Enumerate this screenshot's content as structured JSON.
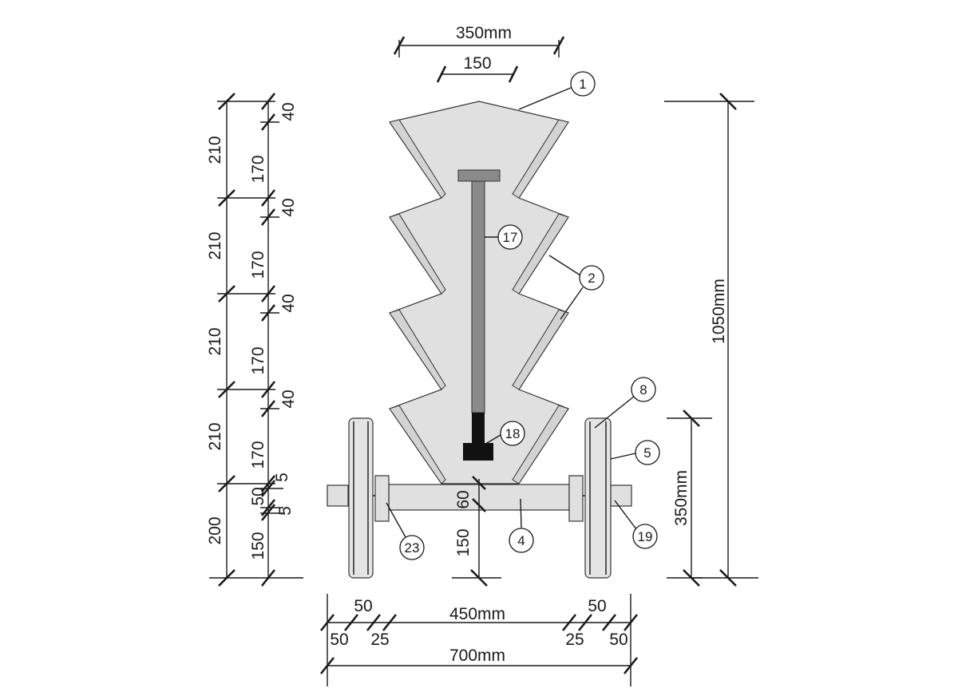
{
  "colors": {
    "body_fill": "#e0e0e0",
    "plate_fill": "#d8d8d8",
    "rod_fill": "#8a8a8a",
    "weight_fill": "#111111",
    "line": "#1a1a1a"
  },
  "dims_top": {
    "width_350": "350mm",
    "width_150": "150"
  },
  "dims_left_outer": [
    "210",
    "210",
    "210",
    "210",
    "200"
  ],
  "dims_left_inner": [
    "40",
    "170",
    "40",
    "170",
    "40",
    "170",
    "40",
    "170",
    "5",
    "50",
    "5",
    "150"
  ],
  "dims_right": {
    "total": "1050mm",
    "wheel": "350mm"
  },
  "dims_center": {
    "d60": "60",
    "d150": "150"
  },
  "dims_bottom": {
    "row1": [
      "50",
      "450mm",
      "50"
    ],
    "row2": [
      "50",
      "25",
      "25",
      "50"
    ],
    "total": "700mm"
  },
  "callouts": [
    "1",
    "2",
    "4",
    "5",
    "8",
    "17",
    "18",
    "19",
    "23"
  ]
}
